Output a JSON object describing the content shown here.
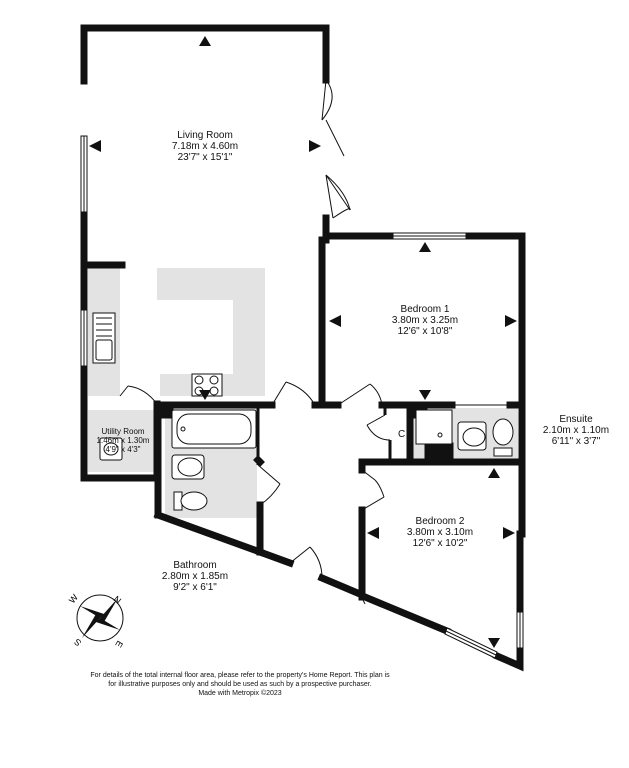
{
  "rooms": {
    "living": {
      "name": "Living Room",
      "metric": "7.18m  x 4.60m",
      "imperial": "23'7\"  x 15'1\""
    },
    "bedroom1": {
      "name": "Bedroom 1",
      "metric": "3.80m  x 3.25m",
      "imperial": "12'6\"  x 10'8\""
    },
    "utility": {
      "name": "Utility Room",
      "metric": "1.46m  x 1.30m",
      "imperial": "4'9\"  x 4'3\""
    },
    "ensuite": {
      "name": "Ensuite",
      "metric": "2.10m  x 1.10m",
      "imperial": "6'11\"  x 3'7\""
    },
    "bedroom2": {
      "name": "Bedroom 2",
      "metric": "3.80m  x 3.10m",
      "imperial": "12'6\"  x 10'2\""
    },
    "bathroom": {
      "name": "Bathroom",
      "metric": "2.80m  x 1.85m",
      "imperial": "9'2\"  x 6'1\""
    }
  },
  "closet_label": "C",
  "compass": {
    "n": "N",
    "e": "E",
    "s": "S",
    "w": "W"
  },
  "footer": {
    "line1": "For details of the total internal floor area, please refer to the property's Home Report. This plan is",
    "line2": "for illustrative purposes only and should be used as such by a prospective purchaser.",
    "line3": "Made with Metropix ©2023"
  }
}
